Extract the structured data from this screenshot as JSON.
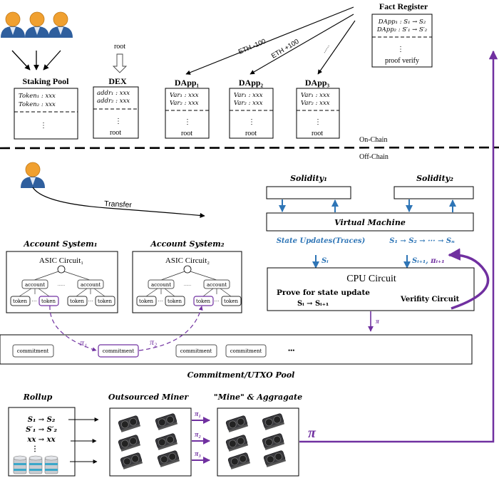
{
  "colors": {
    "purple": "#7030a0",
    "blue": "#2e75b6",
    "black": "#000000",
    "user_head": "#f0a030",
    "user_body": "#2f5f9e"
  },
  "onchain": {
    "staking_pool": {
      "title": "Staking Pool",
      "rows": [
        "Token₁ : xxx",
        "Token₂ : xxx"
      ],
      "divider": ":",
      "dots": "⋮"
    },
    "dex": {
      "title": "DEX",
      "input_label": "root",
      "rows": [
        "addr₁ : xxx",
        "addr₂ : xxx"
      ],
      "divider": ":",
      "dots": "⋮",
      "footer": "root"
    },
    "dapps": [
      {
        "title": "DApp₁",
        "rows": [
          "Var₁ : xxx",
          "Var₂ : xxx"
        ],
        "divider": ":",
        "dots": "⋮",
        "footer": "root"
      },
      {
        "title": "DApp₂",
        "rows": [
          "Var₁ : xxx",
          "Var₂ : xxx"
        ],
        "divider": ":",
        "dots": "⋮",
        "footer": "root"
      },
      {
        "title": "DApp₃",
        "rows": [
          "Var₁ : xxx",
          "Var₂ : xxx"
        ],
        "divider": ":",
        "dots": "⋮",
        "footer": "root"
      }
    ],
    "fact_register": {
      "title": "Fact Register",
      "rows": [
        "DApp₁ : S₁ → S₂",
        "DApp₂ : S′₁ → S′₂"
      ],
      "divider": ":",
      "dots": "⋮",
      "footer": "proof verify"
    },
    "edge_labels": {
      "eth_minus": "ETH -100",
      "eth_plus": "ETH +100",
      "ellipsis": "......"
    }
  },
  "boundary": {
    "on_chain": "On-Chain",
    "off_chain": "Off-Chain"
  },
  "offchain": {
    "transfer_label": "Transfer",
    "account_systems": [
      {
        "title": "Account System₁",
        "circuit": "ASIC Circuit₁",
        "account_label": "account",
        "token_label": "token",
        "ellipsis": "......",
        "dots": "···"
      },
      {
        "title": "Account System₂",
        "circuit": "ASIC Circuit₂",
        "account_label": "account",
        "token_label": "token",
        "ellipsis": "......",
        "dots": "···"
      }
    ],
    "solidity": [
      {
        "title": "Solidity₁"
      },
      {
        "title": "Solidity₂"
      }
    ],
    "virtual_machine": "Virtual Machine",
    "state_updates": "State Updates(Traces)",
    "state_sequence": "S₁ → S₂ → ··· → Sₙ",
    "si_label": "Sᵢ",
    "si1_label": "Sᵢ₊₁, ",
    "pi_i1_label": "πᵢ₊₁",
    "cpu_circuit": {
      "title": "CPU Circuit",
      "prove": "Prove for state update",
      "transition": "Sᵢ → Sᵢ₊₁",
      "verify": "Verifity Circuit"
    },
    "cpu_output_label": "π",
    "commitment_pool": {
      "title": "Commitment/UTXO Pool",
      "items": [
        "commitment",
        "commitment",
        "commitment",
        "commitment"
      ],
      "more": "•••",
      "pi1": "π₁",
      "pi2": "π₂"
    },
    "rollup": {
      "title": "Rollup",
      "rows": [
        "S₁ → S₂",
        "S′₁ → S′₂",
        "xx → xx"
      ],
      "dots": "⋮"
    },
    "outsourced_miner": {
      "title": "Outsourced Miner",
      "outputs": [
        "π₁",
        "π₂",
        "π₃"
      ]
    },
    "aggregate": {
      "title": "\"Mine\" & Aggragate",
      "output": "π"
    }
  }
}
